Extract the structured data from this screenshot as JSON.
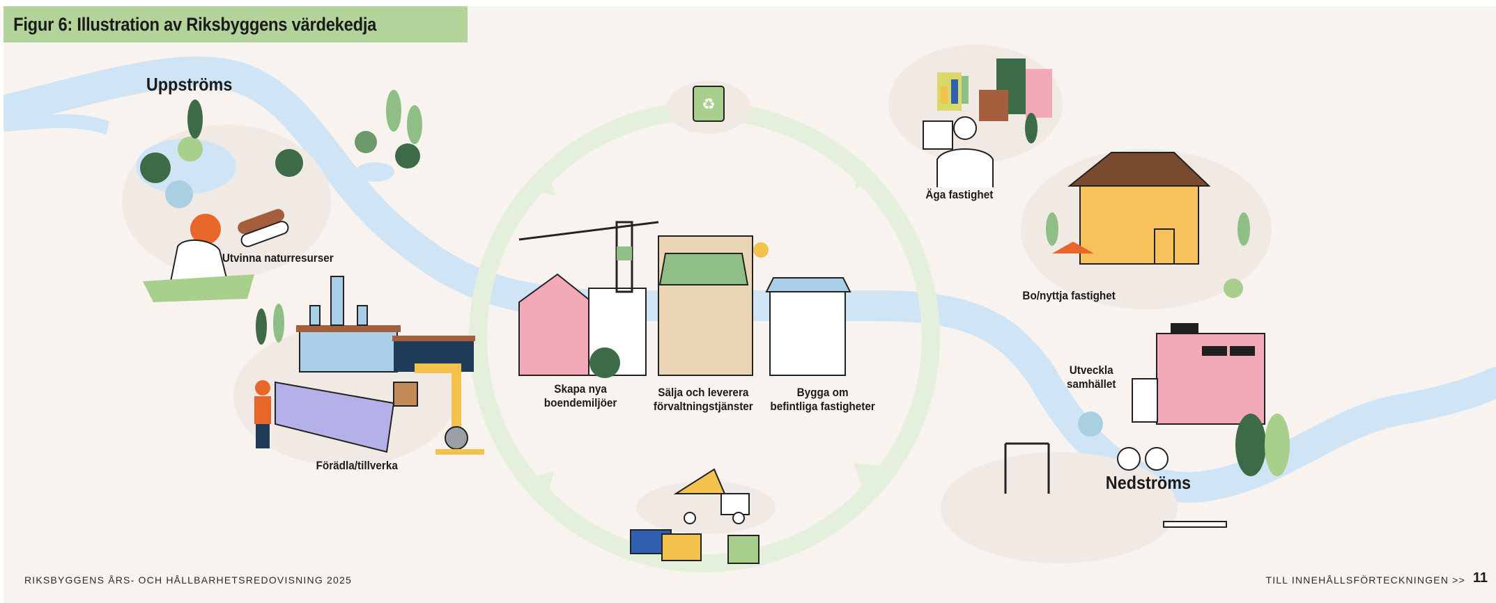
{
  "title": "Figur 6: Illustration av Riksbyggens värdekedja",
  "regions": {
    "upstream": "Uppströms",
    "downstream": "Nedströms"
  },
  "steps": {
    "extract": "Utvinna naturresurser",
    "refine": "Förädla/tillverka",
    "create": "Skapa nya\nboendemiljöer",
    "sell": "Sälja och leverera\nförvaltningstjänster",
    "rebuild": "Bygga om\nbefintliga fastigheter",
    "own": "Äga fastighet",
    "live": "Bo/nyttja fastighet",
    "develop": "Utveckla\nsamhället"
  },
  "footer": {
    "publication": "RIKSBYGGENS ÅRS- OCH HÅLLBARHETSREDOVISNING 2025",
    "toc_link": "TILL INNEHÅLLSFÖRTECKNINGEN >>",
    "page_number": "11"
  },
  "colors": {
    "banner": "#b2d39a",
    "river": "#cfe4f5",
    "cycle": "#e4f0dc",
    "background": "#f8f3ef"
  }
}
